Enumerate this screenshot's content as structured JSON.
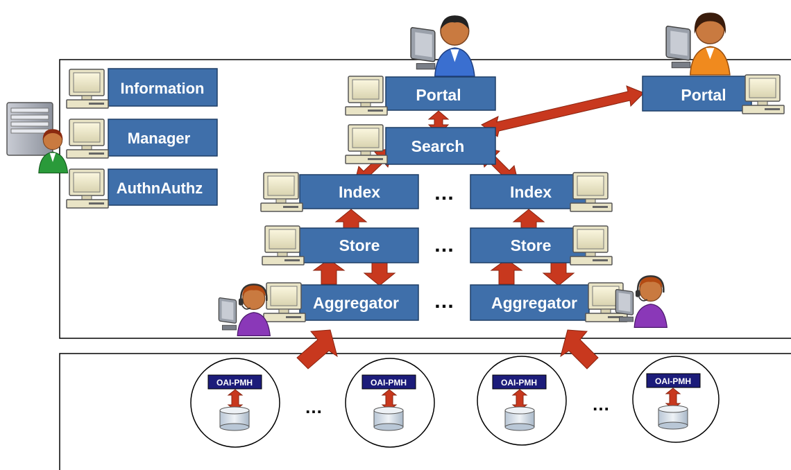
{
  "boxes": {
    "information": "Information",
    "manager": "Manager",
    "authn": "AuthnAuthz",
    "portal_left": "Portal",
    "portal_right": "Portal",
    "search": "Search",
    "index_left": "Index",
    "index_right": "Index",
    "store_left": "Store",
    "store_right": "Store",
    "aggregator_left": "Aggregator",
    "aggregator_right": "Aggregator"
  },
  "ellipsis": "…",
  "repositories": [
    {
      "protocol": "OAI-PMH"
    },
    {
      "protocol": "OAI-PMH"
    },
    {
      "protocol": "OAI-PMH"
    },
    {
      "protocol": "OAI-PMH"
    }
  ],
  "colors": {
    "box_fill": "#3f6faa",
    "box_border": "#1f3f66",
    "arrow_fill": "#c8381e",
    "arrow_stroke": "#8a2410",
    "oai_fill": "#1c1c7a",
    "cylinder_fill": "#dfe6ee"
  }
}
